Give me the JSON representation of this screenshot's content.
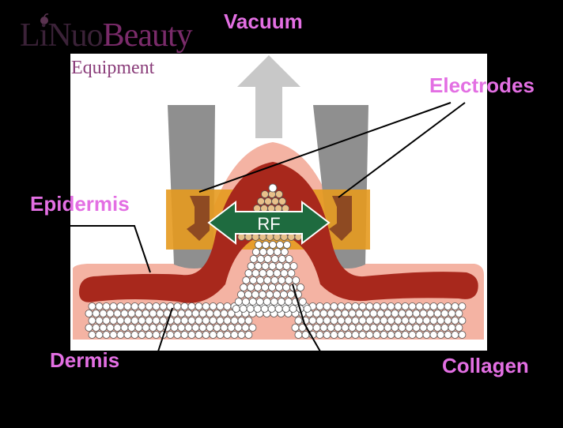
{
  "logo": {
    "part1": "Li",
    "part2": "Nuo",
    "part3": "Beauty",
    "subtitle": "Equipment"
  },
  "labels": {
    "vacuum": "Vacuum",
    "electrodes": "Electrodes",
    "epidermis": "Epidermis",
    "dermis": "Dermis",
    "collagen": "Collagen",
    "rf": "RF"
  },
  "colors": {
    "label": "#e36fe3",
    "epidermis": "#a8281c",
    "skin": "#f4b3a3",
    "electrode_band": "#e69a1f",
    "rf_arrow": "#1e6b3f",
    "probe": "#8f8f8f"
  }
}
